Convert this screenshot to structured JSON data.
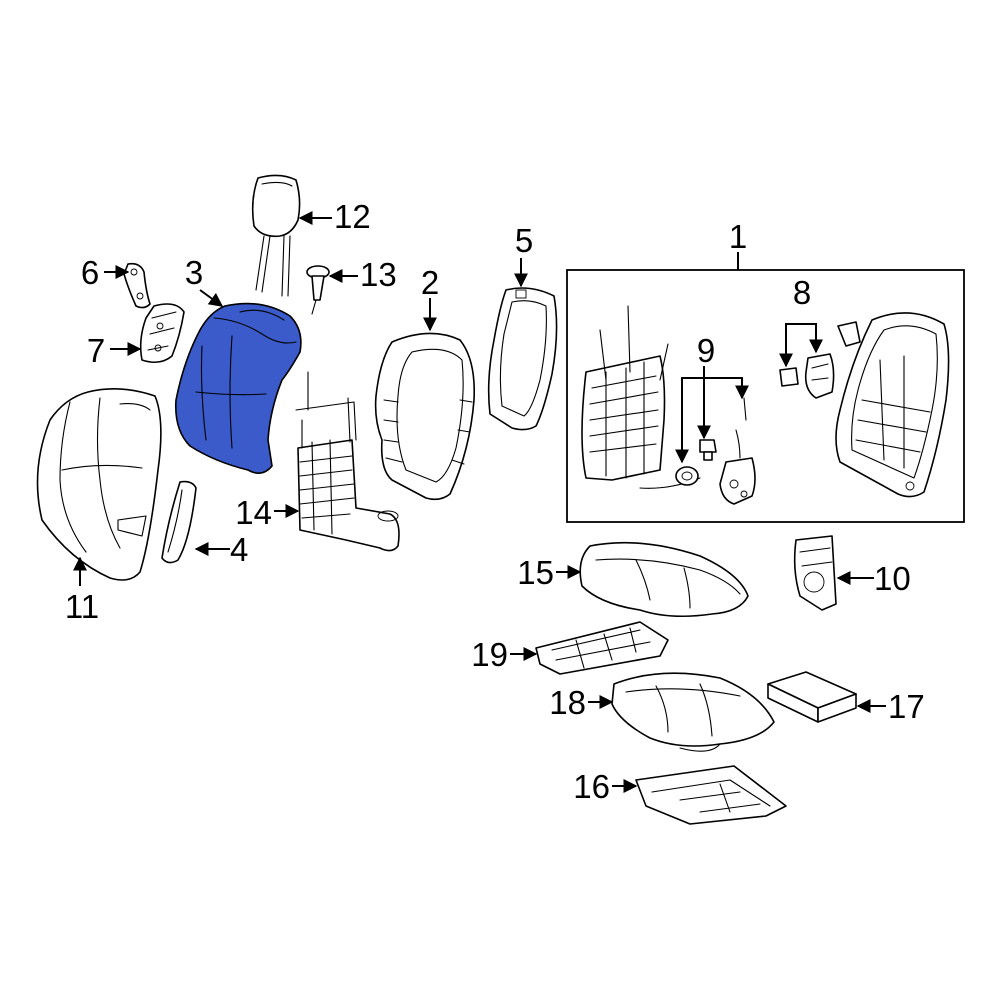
{
  "diagram": {
    "highlight_color": "#3a5bc9",
    "highlighted_part": "3",
    "callouts": {
      "c1": "1",
      "c2": "2",
      "c3": "3",
      "c4": "4",
      "c5": "5",
      "c6": "6",
      "c7": "7",
      "c8": "8",
      "c9": "9",
      "c10": "10",
      "c11": "11",
      "c12": "12",
      "c13": "13",
      "c14": "14",
      "c15": "15",
      "c16": "16",
      "c17": "17",
      "c18": "18",
      "c19": "19"
    }
  }
}
